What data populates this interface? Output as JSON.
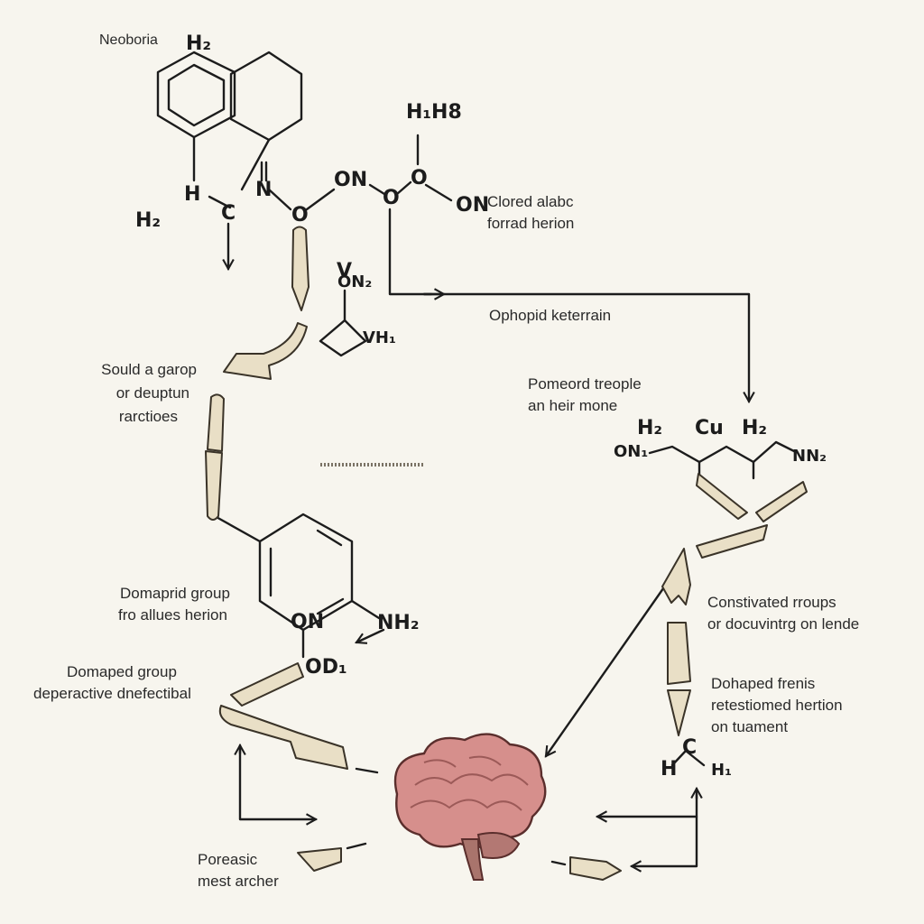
{
  "title": "Neoboria",
  "chem_labels": {
    "h2_top": "H₂",
    "h1h8": "H₁H8",
    "h_left": "H",
    "c_left": "C",
    "n_left": "N",
    "h2_left": "H₂",
    "o_1": "O",
    "on_1": "ON",
    "o_2": "O",
    "o_3": "O",
    "on_2": "ON",
    "on2_mid": "ON₂",
    "vh1": "VH₁",
    "h2_r1": "H₂",
    "cu": "Cu",
    "h2_r2": "H₂",
    "on1_r": "ON₁",
    "nn2_r": "NN₂",
    "on_ring": "ON",
    "nh2_ring": "NH₂",
    "od1": "OD₁",
    "hc_h": "H",
    "hc_c": "C",
    "hc_h1": "H₁",
    "v_mark": "V"
  },
  "annotations": {
    "clored_1": "Clored alabc",
    "clored_2": "forrad herion",
    "ophopid": "Ophopid keterrain",
    "soul_1": "Sould a garop",
    "soul_2": "or deuptun",
    "soul_3": "rarctioes",
    "pomeord_1": "Pomeord treople",
    "pomeord_2": "an heir mone",
    "domapr_1": "Domaprid group",
    "domapr_2": "fro allues herion",
    "constiv_1": "Constivated rroups",
    "constiv_2": "or docuvintrg on lende",
    "domaped_1": "Domaped group",
    "domaped_2": "deperactive dnefectibal",
    "dohaped_1": "Dohaped frenis",
    "dohaped_2": "retestiomed hertion",
    "dohaped_3": "on tuament",
    "poreasic_1": "Poreasic",
    "poreasic_2": "mest archer"
  },
  "colors": {
    "background": "#f7f5ee",
    "ink": "#1c1c1c",
    "tube_fill": "#e9dfc6",
    "tube_stroke": "#3a3328",
    "brain_pink": "#d68f8c",
    "brain_dark": "#9c5a58",
    "stem": "#a9746c"
  },
  "icons": [
    "brain-icon"
  ]
}
